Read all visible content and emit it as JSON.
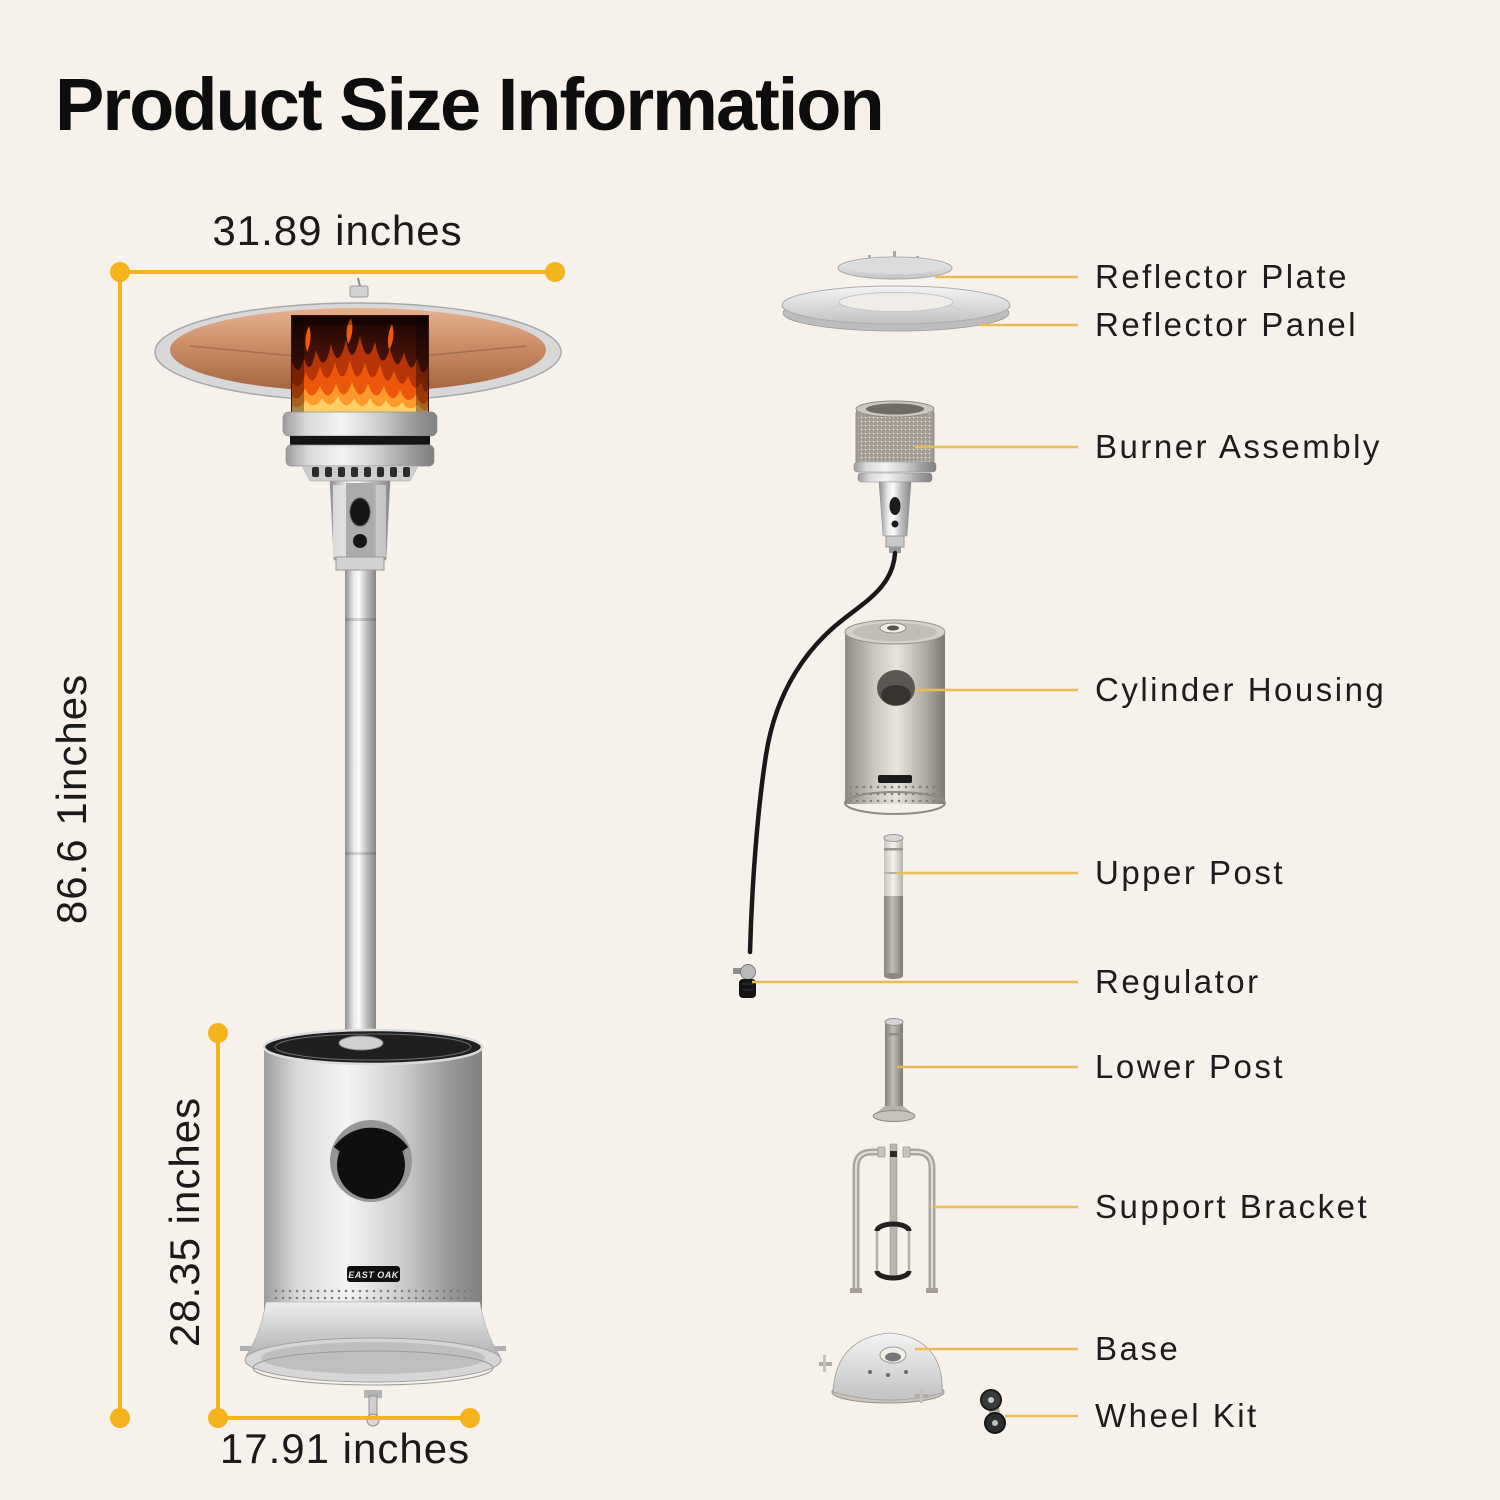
{
  "title": "Product Size Information",
  "brand": "EAST OAK",
  "colors": {
    "background": "#f7f1ec",
    "gold": "#f5b41e",
    "leader_gold": "#e9bd4f",
    "text": "#161616",
    "label_text": "#1d1d1d",
    "flame_orange": "#ef5a0d",
    "copper": "#c98a66"
  },
  "dimensions": {
    "width_top": "31.89 inches",
    "height_total": "86.6 1inches",
    "height_cylinder": "28.35 inches",
    "width_base": "17.91 inches"
  },
  "parts": [
    {
      "label": "Reflector Plate"
    },
    {
      "label": "Reflector Panel"
    },
    {
      "label": "Burner Assembly"
    },
    {
      "label": "Cylinder Housing"
    },
    {
      "label": "Upper Post"
    },
    {
      "label": "Regulator"
    },
    {
      "label": "Lower Post"
    },
    {
      "label": "Support Bracket"
    },
    {
      "label": "Base"
    },
    {
      "label": "Wheel Kit"
    }
  ]
}
